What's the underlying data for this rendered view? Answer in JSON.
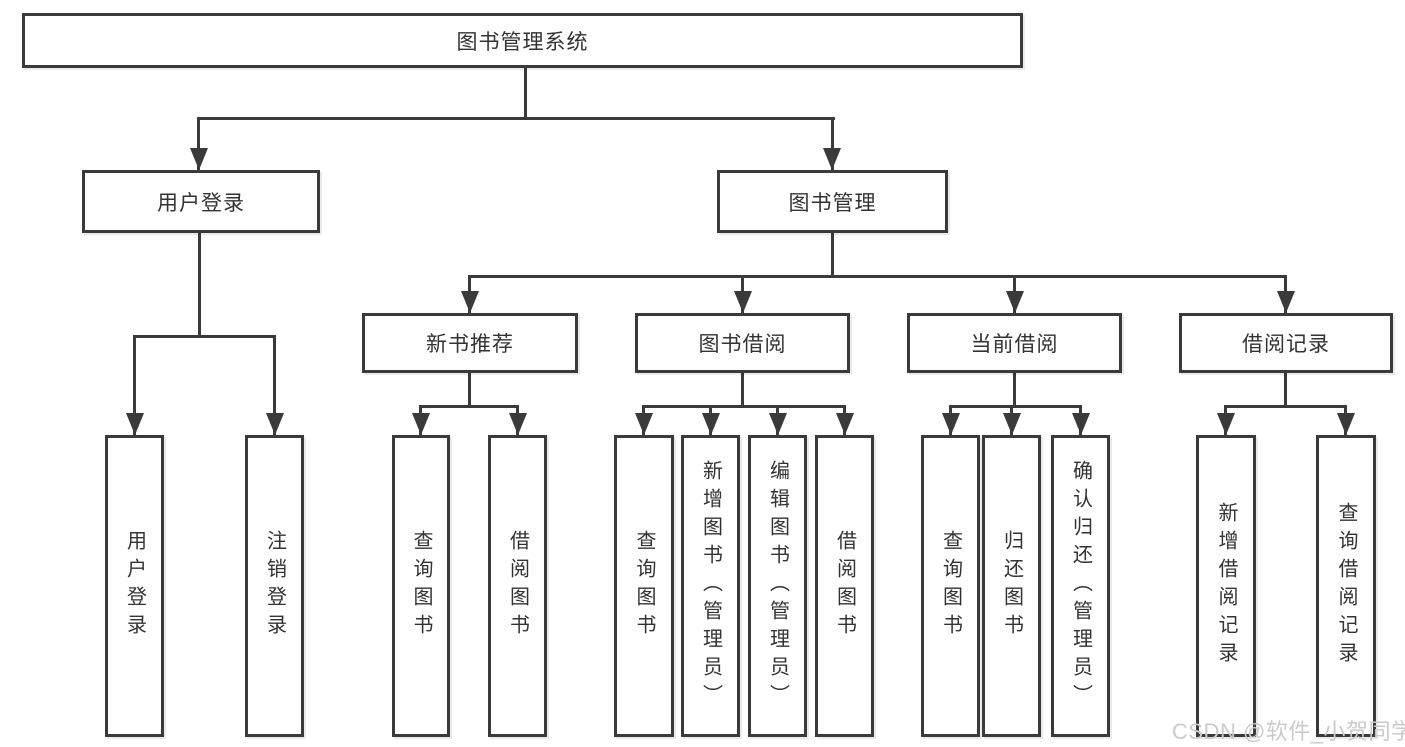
{
  "diagram": {
    "root": {
      "label": "图书管理系统"
    },
    "branches": [
      {
        "label": "用户登录",
        "children": [
          {
            "label": "用户登录"
          },
          {
            "label": "注销登录"
          }
        ]
      },
      {
        "label": "图书管理",
        "children": [
          {
            "label": "新书推荐",
            "children": [
              {
                "label": "查询图书"
              },
              {
                "label": "借阅图书"
              }
            ]
          },
          {
            "label": "图书借阅",
            "children": [
              {
                "label": "查询图书"
              },
              {
                "label": "新增图书（管理员）"
              },
              {
                "label": "编辑图书（管理员）"
              },
              {
                "label": "借阅图书"
              }
            ]
          },
          {
            "label": "当前借阅",
            "children": [
              {
                "label": "查询图书"
              },
              {
                "label": "归还图书"
              },
              {
                "label": "确认归还（管理员）"
              }
            ]
          },
          {
            "label": "借阅记录",
            "children": [
              {
                "label": "新增借阅记录"
              },
              {
                "label": "查询借阅记录"
              }
            ]
          }
        ]
      }
    ]
  },
  "watermark": {
    "text": "CSDN @软件_小贺同学"
  },
  "colors": {
    "line": "#3a3a3a",
    "text": "#333333",
    "background": "#ffffff",
    "watermark": "#cbcbcb"
  }
}
